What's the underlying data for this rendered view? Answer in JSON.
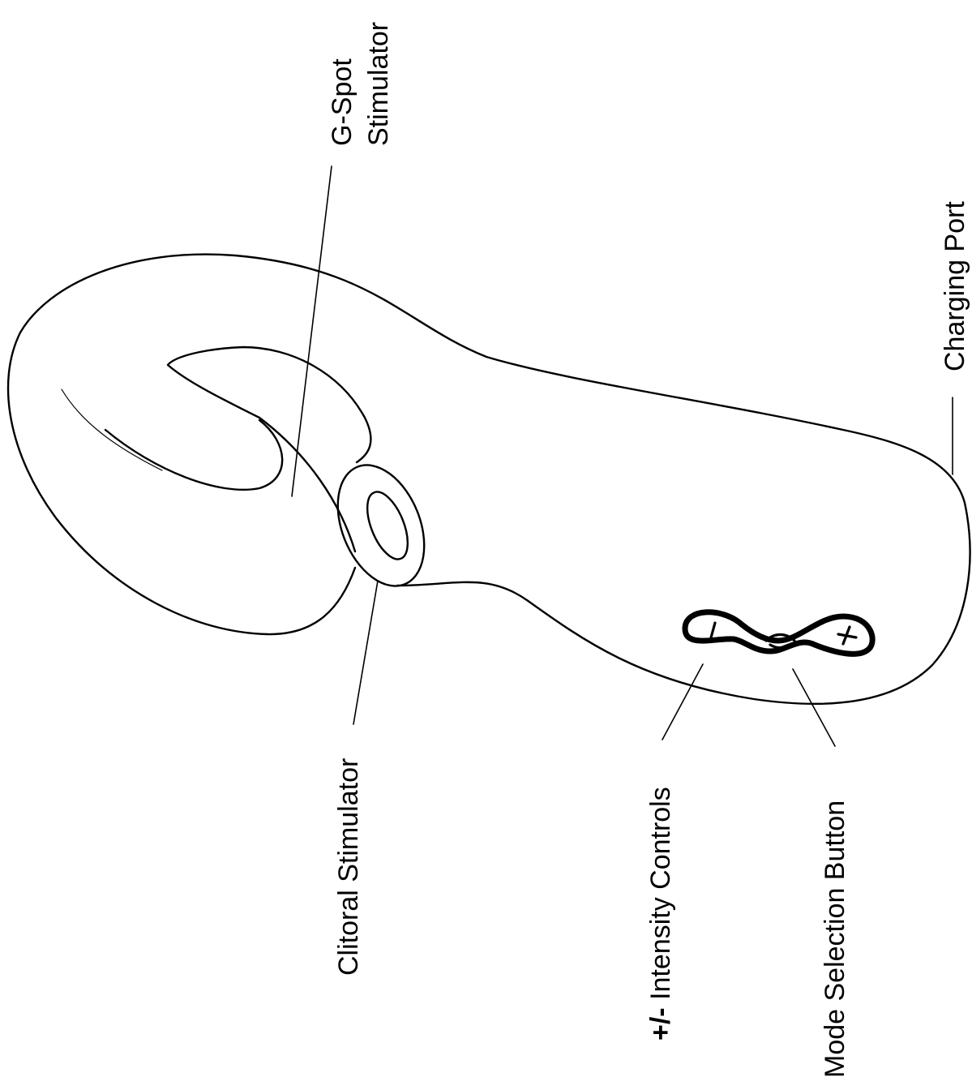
{
  "diagram": {
    "labels": {
      "g_spot_line1": "G-Spot",
      "g_spot_line2": "Stimulator",
      "charging_port": "Charging Port",
      "clitoral_stimulator": "Clitoral Stimulator",
      "intensity_symbol": "+/-",
      "intensity_text": " Intensity Controls",
      "mode_selection": "Mode Selection Button"
    },
    "colors": {
      "line": "#000000",
      "background": "#ffffff"
    }
  }
}
